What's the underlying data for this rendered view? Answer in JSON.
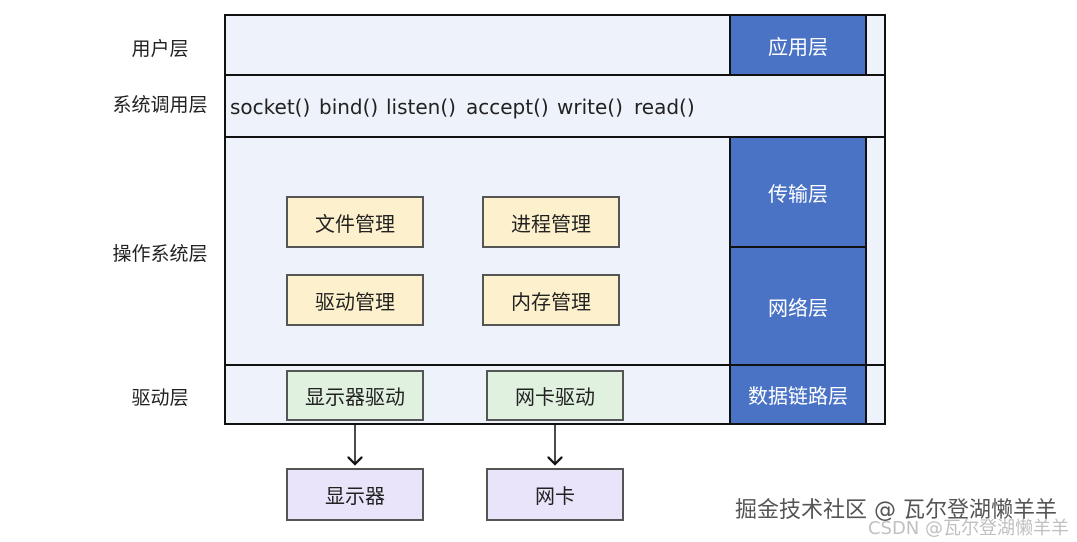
{
  "layers": {
    "user": "用户层",
    "syscall": "系统调用层",
    "os": "操作系统层",
    "driver": "驱动层"
  },
  "syscalls": [
    "socket()",
    "bind()",
    "listen()",
    "accept()",
    "write()",
    "read()"
  ],
  "network_stack": {
    "application": "应用层",
    "transport": "传输层",
    "network": "网络层",
    "datalink": "数据链路层"
  },
  "os_modules": {
    "file": "文件管理",
    "process": "进程管理",
    "driver": "驱动管理",
    "memory": "内存管理"
  },
  "drivers": {
    "display": "显示器驱动",
    "nic": "网卡驱动"
  },
  "hardware": {
    "display": "显示器",
    "nic": "网卡"
  },
  "watermark": {
    "main": "掘金技术社区 @ 瓦尔登湖懒羊羊",
    "csdn": "CSDN @瓦尔登湖懒羊羊"
  },
  "colors": {
    "layer_bg": "#eef2fb",
    "network_stack": "#4a73c6",
    "os_module": "#fdf1cd",
    "driver": "#e0f1e0",
    "hardware": "#e9e4f9"
  }
}
